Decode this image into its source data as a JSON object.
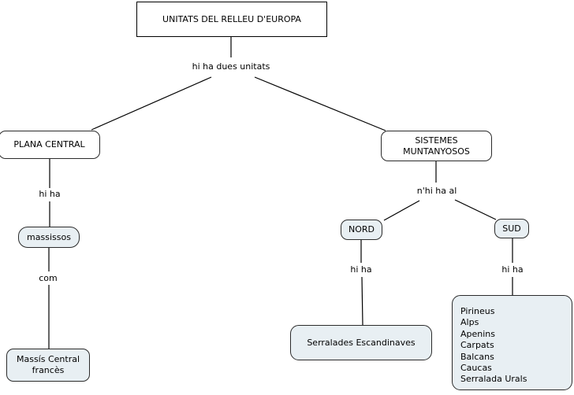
{
  "colors": {
    "background": "#ffffff",
    "node_fill_light": "#e8eff3",
    "node_fill_white": "#ffffff",
    "node_border": "#2b2b2b",
    "root_border": "#000000",
    "line": "#000000",
    "text": "#000000"
  },
  "nodes": {
    "root": {
      "label": "UNITATS DEL RELLEU D'EUROPA"
    },
    "plana_central": {
      "label": "PLANA CENTRAL"
    },
    "sistemes_muntanyosos": {
      "label": "SISTEMES\nMUNTANYOSOS"
    },
    "massissos": {
      "label": "massissos"
    },
    "massis_central_frances": {
      "label": "Massís Central\nfrancès"
    },
    "nord": {
      "label": "NORD"
    },
    "sud": {
      "label": "SUD"
    },
    "serralades_escandinaves": {
      "label": "Serralades Escandinaves"
    },
    "serralades_sud": {
      "items": [
        "Pirineus",
        "Alps",
        "Apenins",
        "Carpats",
        "Balcans",
        "Caucas",
        "Serralada Urals"
      ]
    }
  },
  "link_labels": {
    "root_children": "hi ha dues unitats",
    "plana_to_massissos": "hi ha",
    "massissos_to_massis": "com",
    "sistemes_to_directions": "n'hi ha al",
    "nord_to_serralades": "hi ha",
    "sud_to_list": "hi ha"
  }
}
